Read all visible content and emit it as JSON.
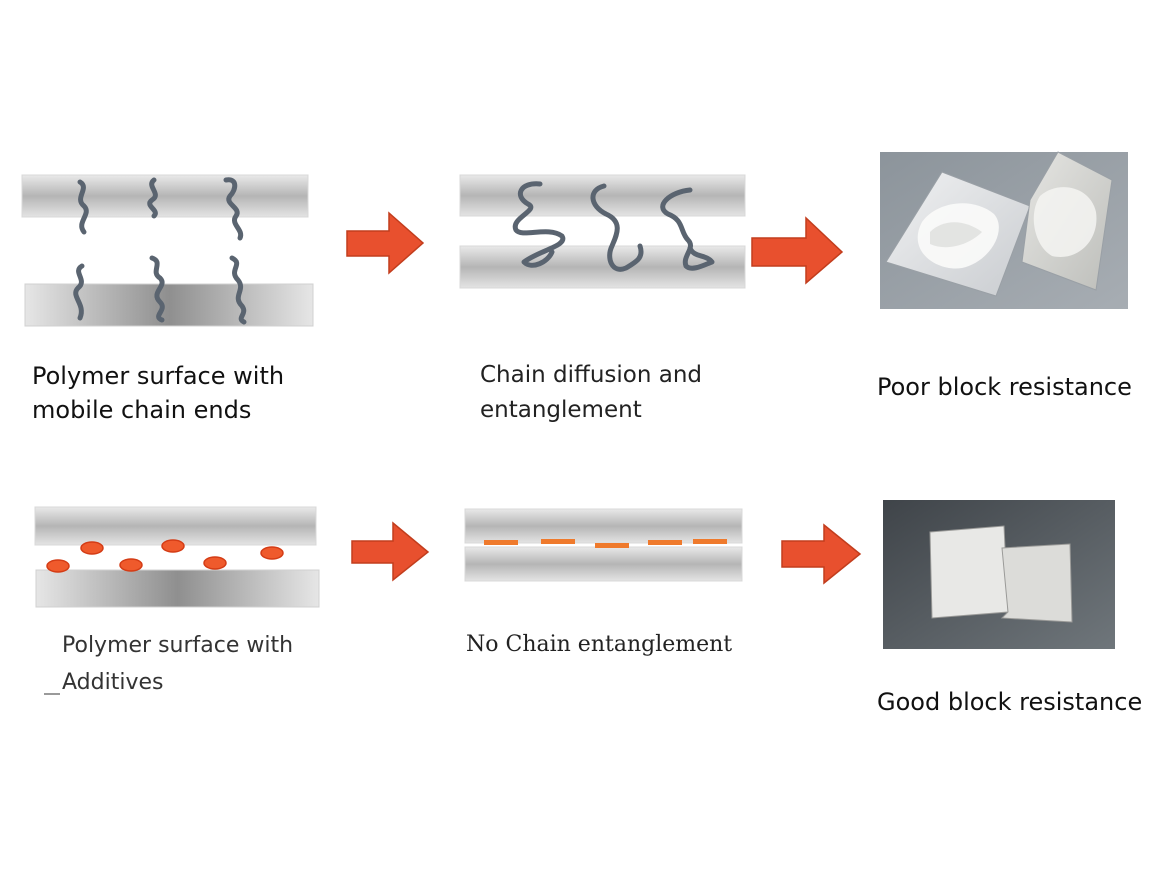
{
  "top_row": {
    "stage1_label_line1": "Polymer surface with",
    "stage1_label_line2": "mobile chain ends",
    "stage2_label_line1": "Chain diffusion and",
    "stage2_label_line2": "entanglement",
    "result_label": "Poor block resistance"
  },
  "bottom_row": {
    "stage1_label_line1": "Polymer surface with",
    "stage1_label_line2": "Additives",
    "stage2_label": "No Chain entanglement",
    "result_label": "Good block resistance"
  },
  "colors": {
    "arrow_fill": "#e8502e",
    "arrow_stroke": "#c23d1d",
    "chain": "#5a6470",
    "additive_fill": "#ef5a2c",
    "additive_stroke": "#d43c15",
    "bar_light": "#f2f2f2",
    "bar_dark": "#9a9a9a"
  }
}
